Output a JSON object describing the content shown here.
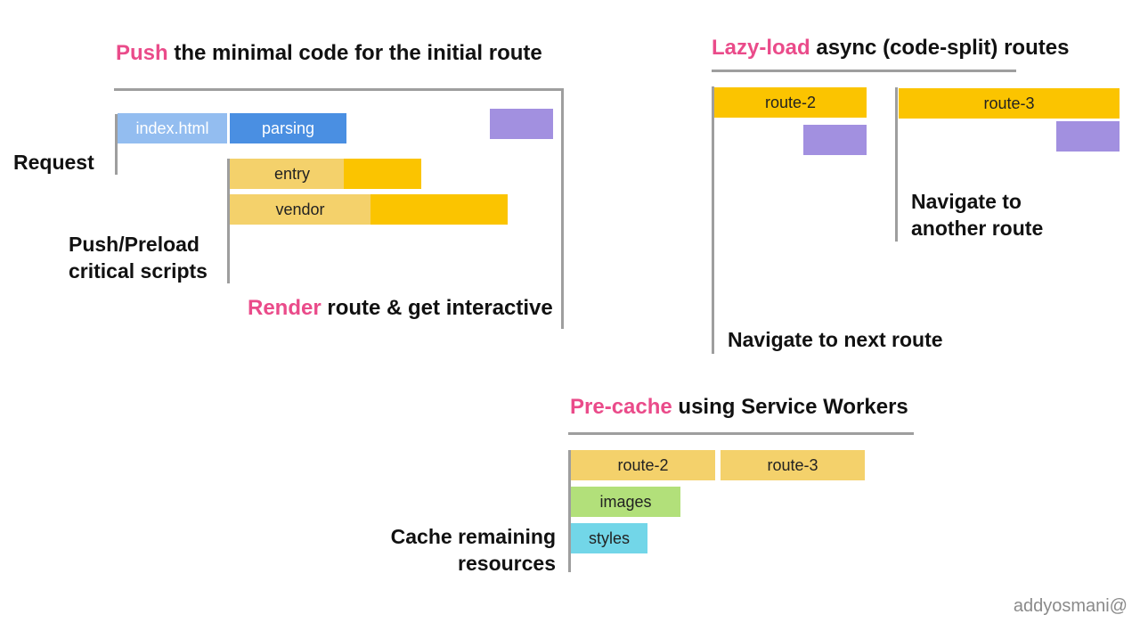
{
  "colors": {
    "accent_pink": "#ea4b8a",
    "light_blue": "#93bdf0",
    "blue": "#4a8fe2",
    "light_yellow": "#f4d16b",
    "yellow": "#fbc400",
    "purple": "#a290e0",
    "green": "#b2e07a",
    "cyan": "#72d6e8",
    "divider": "#9e9e9e"
  },
  "push_section": {
    "heading_accent": "Push",
    "heading_rest": " the minimal code for the initial route",
    "request_label": "Request",
    "index_html": "index.html",
    "parsing": "parsing",
    "entry": "entry",
    "vendor": "vendor",
    "push_preload_line1": "Push/Preload",
    "push_preload_line2": "critical scripts",
    "render_accent": "Render",
    "render_rest": " route & get interactive"
  },
  "lazy_section": {
    "heading_accent": "Lazy-load",
    "heading_rest": " async (code-split) routes",
    "route2": "route-2",
    "route3": "route-3",
    "navigate_another_line1": "Navigate to",
    "navigate_another_line2": "another route",
    "navigate_next": "Navigate to next route"
  },
  "precache_section": {
    "heading_accent": "Pre-cache",
    "heading_rest": " using Service Workers",
    "route2": "route-2",
    "route3": "route-3",
    "images": "images",
    "styles": "styles",
    "cache_line1": "Cache remaining",
    "cache_line2": "resources"
  },
  "watermark": "addyosmani@"
}
